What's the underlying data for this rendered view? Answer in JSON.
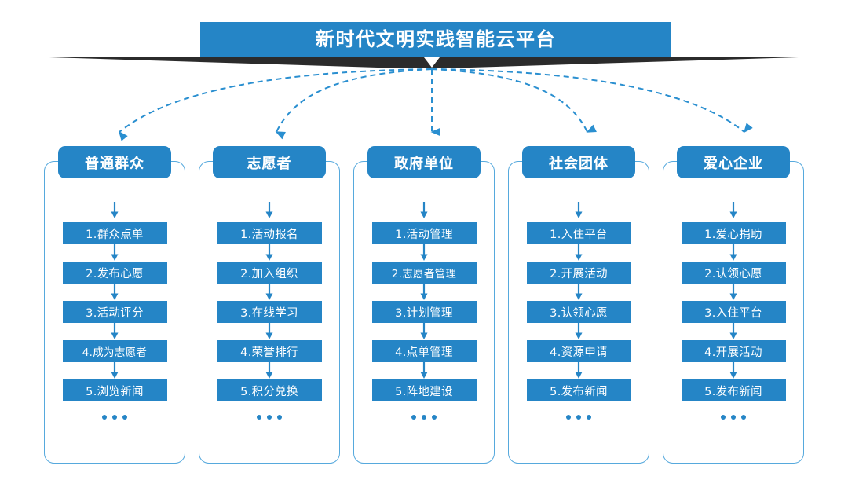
{
  "banner": {
    "title": "新时代文明实践智能云平台"
  },
  "theme": {
    "primary": "#2585c6",
    "border": "#56a9dd",
    "connector": "#2a8fd0",
    "ribbon": "#2b2b2b",
    "background": "#ffffff",
    "text_on_primary": "#ffffff"
  },
  "icons": {
    "fold_arrow": "fold-down-arrow-icon",
    "step_arrow": "down-arrow-icon",
    "ellipsis": "ellipsis-dots-icon"
  },
  "columns": [
    {
      "id": "public",
      "header": "普通群众",
      "steps": [
        "1.群众点单",
        "2.发布心愿",
        "3.活动评分",
        "4.成为志愿者",
        "5.浏览新闻"
      ],
      "more": "..."
    },
    {
      "id": "volunteer",
      "header": "志愿者",
      "steps": [
        "1.活动报名",
        "2.加入组织",
        "3.在线学习",
        "4.荣誉排行",
        "5.积分兑换"
      ],
      "more": "..."
    },
    {
      "id": "government",
      "header": "政府单位",
      "steps": [
        "1.活动管理",
        "2.志愿者管理",
        "3.计划管理",
        "4.点单管理",
        "5.阵地建设"
      ],
      "more": "..."
    },
    {
      "id": "social-group",
      "header": "社会团体",
      "steps": [
        "1.入住平台",
        "2.开展活动",
        "3.认领心愿",
        "4.资源申请",
        "5.发布新闻"
      ],
      "more": "..."
    },
    {
      "id": "enterprise",
      "header": "爱心企业",
      "steps": [
        "1.爱心捐助",
        "2.认领心愿",
        "3.入住平台",
        "4.开展活动",
        "5.发布新闻"
      ],
      "more": "..."
    }
  ]
}
